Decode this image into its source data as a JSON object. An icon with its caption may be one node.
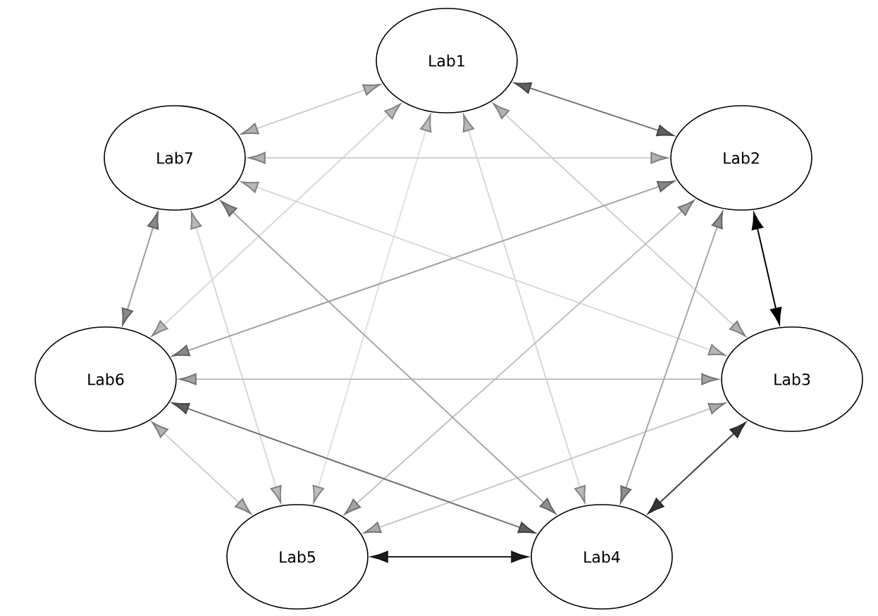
{
  "diagram": {
    "nodes": [
      {
        "text": [
          "Lab1"
        ]
      },
      {
        "text": [
          "Lab2"
        ]
      },
      {
        "text": [
          "Lab3"
        ]
      },
      {
        "text": [
          "Lab4"
        ]
      },
      {
        "text": [
          "Lab5"
        ]
      },
      {
        "text": [
          "Lab6"
        ]
      },
      {
        "text": [
          "Lab7"
        ]
      }
    ],
    "edges": [
      {
        "from": 0,
        "to": 1,
        "arrow": "both",
        "color": "#707070"
      },
      {
        "from": 0,
        "to": 2,
        "arrow": "both",
        "color": "#d0d0d0"
      },
      {
        "from": 0,
        "to": 3,
        "arrow": "both",
        "color": "#d8d8d8"
      },
      {
        "from": 0,
        "to": 4,
        "arrow": "both",
        "color": "#e0e0e0"
      },
      {
        "from": 0,
        "to": 5,
        "arrow": "both",
        "color": "#d8d8d8"
      },
      {
        "from": 0,
        "to": 6,
        "arrow": "both",
        "color": "#d0d0d0"
      },
      {
        "from": 1,
        "to": 2,
        "arrow": "both",
        "color": "#000000"
      },
      {
        "from": 1,
        "to": 3,
        "arrow": "both",
        "color": "#a8a8a8"
      },
      {
        "from": 1,
        "to": 4,
        "arrow": "both",
        "color": "#c0c0c0"
      },
      {
        "from": 1,
        "to": 5,
        "arrow": "both",
        "color": "#a0a0a0"
      },
      {
        "from": 1,
        "to": 6,
        "arrow": "both",
        "color": "#d0d0d0"
      },
      {
        "from": 2,
        "to": 3,
        "arrow": "both",
        "color": "#404040"
      },
      {
        "from": 2,
        "to": 4,
        "arrow": "both",
        "color": "#c8c8c8"
      },
      {
        "from": 2,
        "to": 5,
        "arrow": "both",
        "color": "#c0c0c0"
      },
      {
        "from": 2,
        "to": 6,
        "arrow": "both",
        "color": "#d8d8d8"
      },
      {
        "from": 3,
        "to": 4,
        "arrow": "both",
        "color": "#202020"
      },
      {
        "from": 3,
        "to": 5,
        "arrow": "both",
        "color": "#707070"
      },
      {
        "from": 3,
        "to": 6,
        "arrow": "both",
        "color": "#a8a8a8"
      },
      {
        "from": 4,
        "to": 5,
        "arrow": "both",
        "color": "#d0d0d0"
      },
      {
        "from": 4,
        "to": 6,
        "arrow": "both",
        "color": "#d8d8d8"
      },
      {
        "from": 5,
        "to": 6,
        "arrow": "both",
        "color": "#a0a0a0"
      }
    ]
  }
}
